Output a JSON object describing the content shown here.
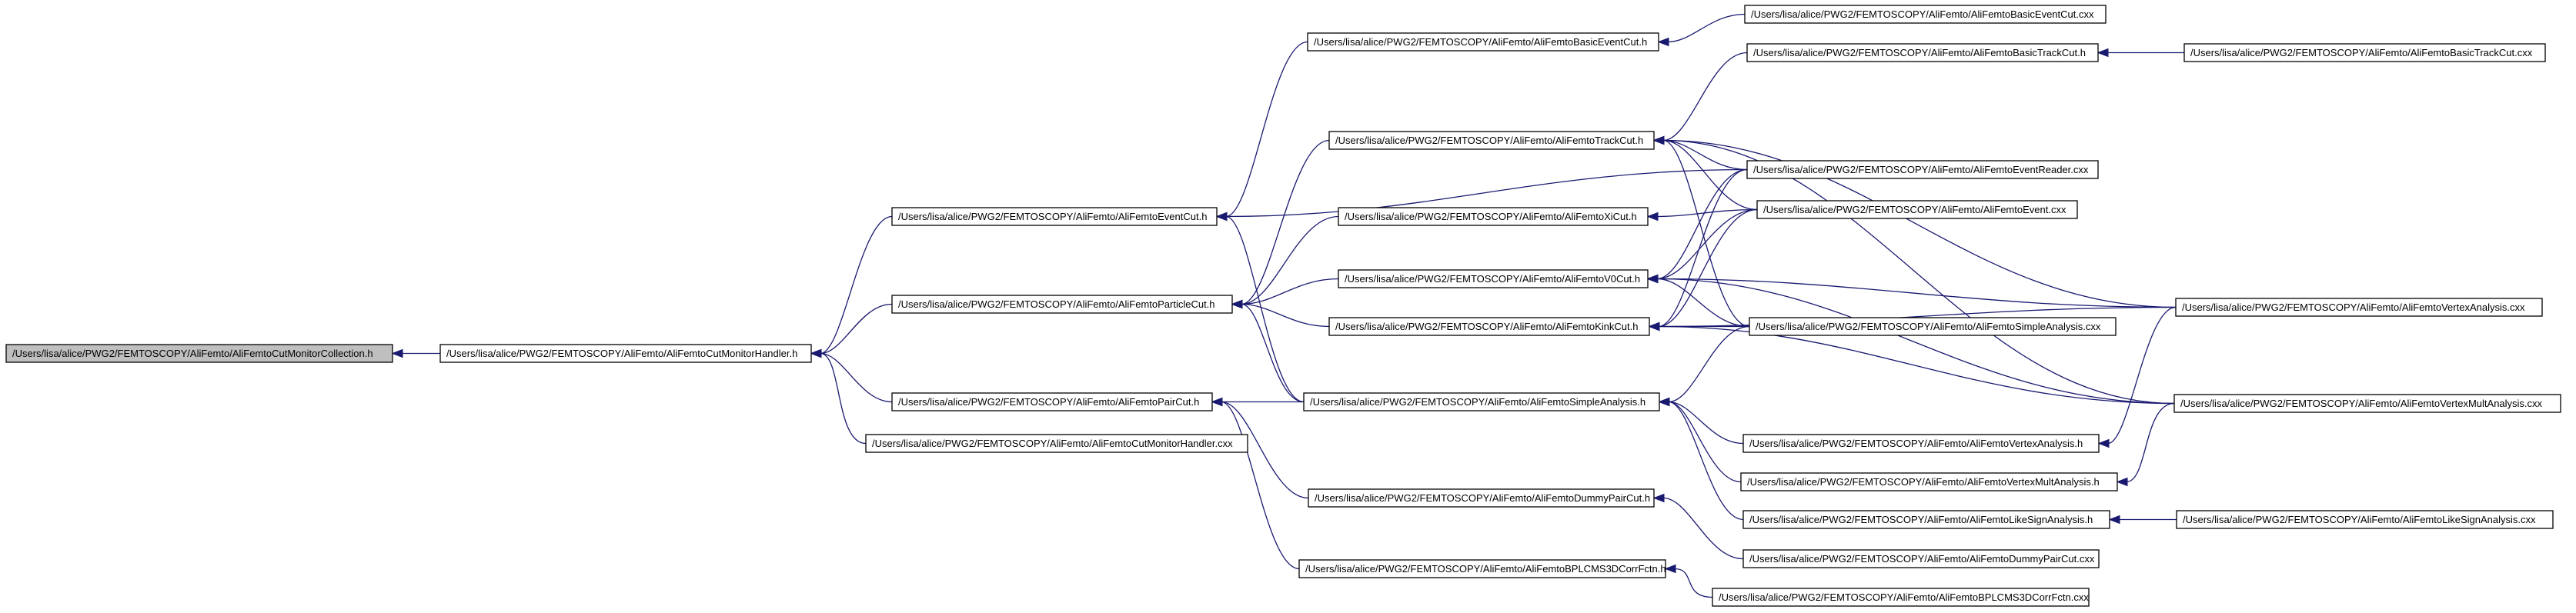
{
  "graph": {
    "type": "include-dependency-graph",
    "colors": {
      "edge": "#191970",
      "node_border": "#000000",
      "node_fill": "#ffffff",
      "root_fill": "#bfbfbf"
    },
    "nodes": [
      {
        "id": "n0",
        "label": "/Users/lisa/alice/PWG2/FEMTOSCOPY/AliFemto/AliFemtoCutMonitorCollection.h",
        "root": true
      },
      {
        "id": "n1",
        "label": "/Users/lisa/alice/PWG2/FEMTOSCOPY/AliFemto/AliFemtoCutMonitorHandler.h"
      },
      {
        "id": "n2",
        "label": "/Users/lisa/alice/PWG2/FEMTOSCOPY/AliFemto/AliFemtoEventCut.h"
      },
      {
        "id": "n3",
        "label": "/Users/lisa/alice/PWG2/FEMTOSCOPY/AliFemto/AliFemtoParticleCut.h"
      },
      {
        "id": "n4",
        "label": "/Users/lisa/alice/PWG2/FEMTOSCOPY/AliFemto/AliFemtoPairCut.h"
      },
      {
        "id": "n5",
        "label": "/Users/lisa/alice/PWG2/FEMTOSCOPY/AliFemto/AliFemtoCutMonitorHandler.cxx"
      },
      {
        "id": "n6",
        "label": "/Users/lisa/alice/PWG2/FEMTOSCOPY/AliFemto/AliFemtoBasicEventCut.h"
      },
      {
        "id": "n7",
        "label": "/Users/lisa/alice/PWG2/FEMTOSCOPY/AliFemto/AliFemtoTrackCut.h"
      },
      {
        "id": "n8",
        "label": "/Users/lisa/alice/PWG2/FEMTOSCOPY/AliFemto/AliFemtoXiCut.h"
      },
      {
        "id": "n9",
        "label": "/Users/lisa/alice/PWG2/FEMTOSCOPY/AliFemto/AliFemtoV0Cut.h"
      },
      {
        "id": "n10",
        "label": "/Users/lisa/alice/PWG2/FEMTOSCOPY/AliFemto/AliFemtoKinkCut.h"
      },
      {
        "id": "n11",
        "label": "/Users/lisa/alice/PWG2/FEMTOSCOPY/AliFemto/AliFemtoSimpleAnalysis.h"
      },
      {
        "id": "n12",
        "label": "/Users/lisa/alice/PWG2/FEMTOSCOPY/AliFemto/AliFemtoDummyPairCut.h"
      },
      {
        "id": "n13",
        "label": "/Users/lisa/alice/PWG2/FEMTOSCOPY/AliFemto/AliFemtoBPLCMS3DCorrFctn.h"
      },
      {
        "id": "n14",
        "label": "/Users/lisa/alice/PWG2/FEMTOSCOPY/AliFemto/AliFemtoBasicEventCut.cxx"
      },
      {
        "id": "n15",
        "label": "/Users/lisa/alice/PWG2/FEMTOSCOPY/AliFemto/AliFemtoBasicTrackCut.h"
      },
      {
        "id": "n16",
        "label": "/Users/lisa/alice/PWG2/FEMTOSCOPY/AliFemto/AliFemtoEventReader.cxx"
      },
      {
        "id": "n17",
        "label": "/Users/lisa/alice/PWG2/FEMTOSCOPY/AliFemto/AliFemtoEvent.cxx"
      },
      {
        "id": "n18",
        "label": "/Users/lisa/alice/PWG2/FEMTOSCOPY/AliFemto/AliFemtoSimpleAnalysis.cxx"
      },
      {
        "id": "n19",
        "label": "/Users/lisa/alice/PWG2/FEMTOSCOPY/AliFemto/AliFemtoVertexAnalysis.h"
      },
      {
        "id": "n20",
        "label": "/Users/lisa/alice/PWG2/FEMTOSCOPY/AliFemto/AliFemtoVertexMultAnalysis.h"
      },
      {
        "id": "n21",
        "label": "/Users/lisa/alice/PWG2/FEMTOSCOPY/AliFemto/AliFemtoLikeSignAnalysis.h"
      },
      {
        "id": "n22",
        "label": "/Users/lisa/alice/PWG2/FEMTOSCOPY/AliFemto/AliFemtoDummyPairCut.cxx"
      },
      {
        "id": "n23",
        "label": "/Users/lisa/alice/PWG2/FEMTOSCOPY/AliFemto/AliFemtoBPLCMS3DCorrFctn.cxx"
      },
      {
        "id": "n24",
        "label": "/Users/lisa/alice/PWG2/FEMTOSCOPY/AliFemto/AliFemtoBasicTrackCut.cxx"
      },
      {
        "id": "n25",
        "label": "/Users/lisa/alice/PWG2/FEMTOSCOPY/AliFemto/AliFemtoVertexAnalysis.cxx"
      },
      {
        "id": "n26",
        "label": "/Users/lisa/alice/PWG2/FEMTOSCOPY/AliFemto/AliFemtoVertexMultAnalysis.cxx"
      },
      {
        "id": "n27",
        "label": "/Users/lisa/alice/PWG2/FEMTOSCOPY/AliFemto/AliFemtoLikeSignAnalysis.cxx"
      }
    ],
    "edges": [
      {
        "from": "n1",
        "to": "n0"
      },
      {
        "from": "n2",
        "to": "n1"
      },
      {
        "from": "n3",
        "to": "n1"
      },
      {
        "from": "n4",
        "to": "n1"
      },
      {
        "from": "n5",
        "to": "n1"
      },
      {
        "from": "n6",
        "to": "n2"
      },
      {
        "from": "n11",
        "to": "n2"
      },
      {
        "from": "n16",
        "to": "n2"
      },
      {
        "from": "n7",
        "to": "n3"
      },
      {
        "from": "n8",
        "to": "n3"
      },
      {
        "from": "n9",
        "to": "n3"
      },
      {
        "from": "n10",
        "to": "n3"
      },
      {
        "from": "n11",
        "to": "n3"
      },
      {
        "from": "n11",
        "to": "n4"
      },
      {
        "from": "n12",
        "to": "n4"
      },
      {
        "from": "n13",
        "to": "n4"
      },
      {
        "from": "n14",
        "to": "n6"
      },
      {
        "from": "n15",
        "to": "n7"
      },
      {
        "from": "n16",
        "to": "n7"
      },
      {
        "from": "n17",
        "to": "n7"
      },
      {
        "from": "n18",
        "to": "n7"
      },
      {
        "from": "n25",
        "to": "n7"
      },
      {
        "from": "n26",
        "to": "n7"
      },
      {
        "from": "n17",
        "to": "n8"
      },
      {
        "from": "n16",
        "to": "n9"
      },
      {
        "from": "n17",
        "to": "n9"
      },
      {
        "from": "n18",
        "to": "n9"
      },
      {
        "from": "n25",
        "to": "n9"
      },
      {
        "from": "n26",
        "to": "n9"
      },
      {
        "from": "n16",
        "to": "n10"
      },
      {
        "from": "n17",
        "to": "n10"
      },
      {
        "from": "n18",
        "to": "n10"
      },
      {
        "from": "n25",
        "to": "n10"
      },
      {
        "from": "n26",
        "to": "n10"
      },
      {
        "from": "n18",
        "to": "n11"
      },
      {
        "from": "n19",
        "to": "n11"
      },
      {
        "from": "n20",
        "to": "n11"
      },
      {
        "from": "n21",
        "to": "n11"
      },
      {
        "from": "n22",
        "to": "n12"
      },
      {
        "from": "n23",
        "to": "n13"
      },
      {
        "from": "n24",
        "to": "n15"
      },
      {
        "from": "n25",
        "to": "n19"
      },
      {
        "from": "n26",
        "to": "n20"
      },
      {
        "from": "n27",
        "to": "n21"
      }
    ]
  }
}
